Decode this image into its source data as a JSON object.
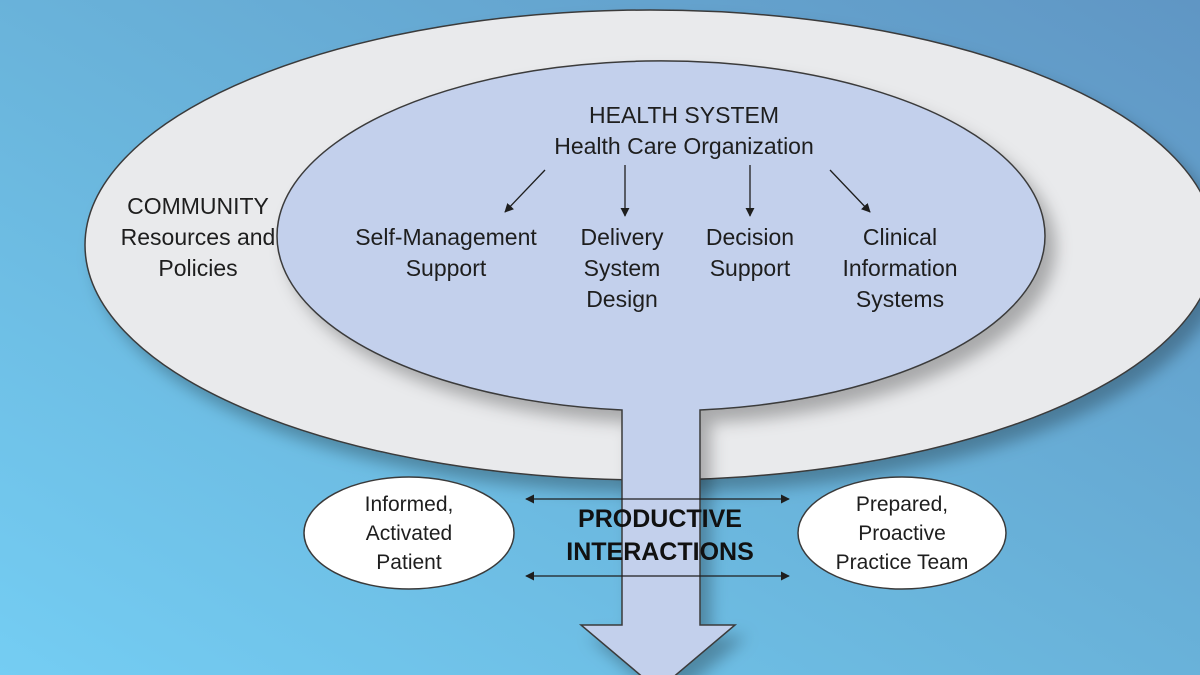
{
  "colors": {
    "outer_ellipse": "#e9eaec",
    "inner_ellipse": "#c3d0ec",
    "patient_ellipse": "#ffffff",
    "text": "#1e1e1e",
    "outline": "#3a3a3a"
  },
  "health_system": {
    "title": "HEALTH SYSTEM",
    "subtitle": "Health Care Organization"
  },
  "community": {
    "title": "COMMUNITY",
    "line2": "Resources and",
    "line3": "Policies"
  },
  "components": [
    {
      "line1": "Self-Management",
      "line2": "Support",
      "line3": ""
    },
    {
      "line1": "Delivery",
      "line2": "System",
      "line3": "Design"
    },
    {
      "line1": "Decision",
      "line2": "Support",
      "line3": ""
    },
    {
      "line1": "Clinical",
      "line2": "Information",
      "line3": "Systems"
    }
  ],
  "patient": {
    "line1": "Informed,",
    "line2": "Activated",
    "line3": "Patient"
  },
  "team": {
    "line1": "Prepared,",
    "line2": "Proactive",
    "line3": "Practice Team"
  },
  "interactions": {
    "line1": "PRODUCTIVE",
    "line2": "INTERACTIONS"
  }
}
